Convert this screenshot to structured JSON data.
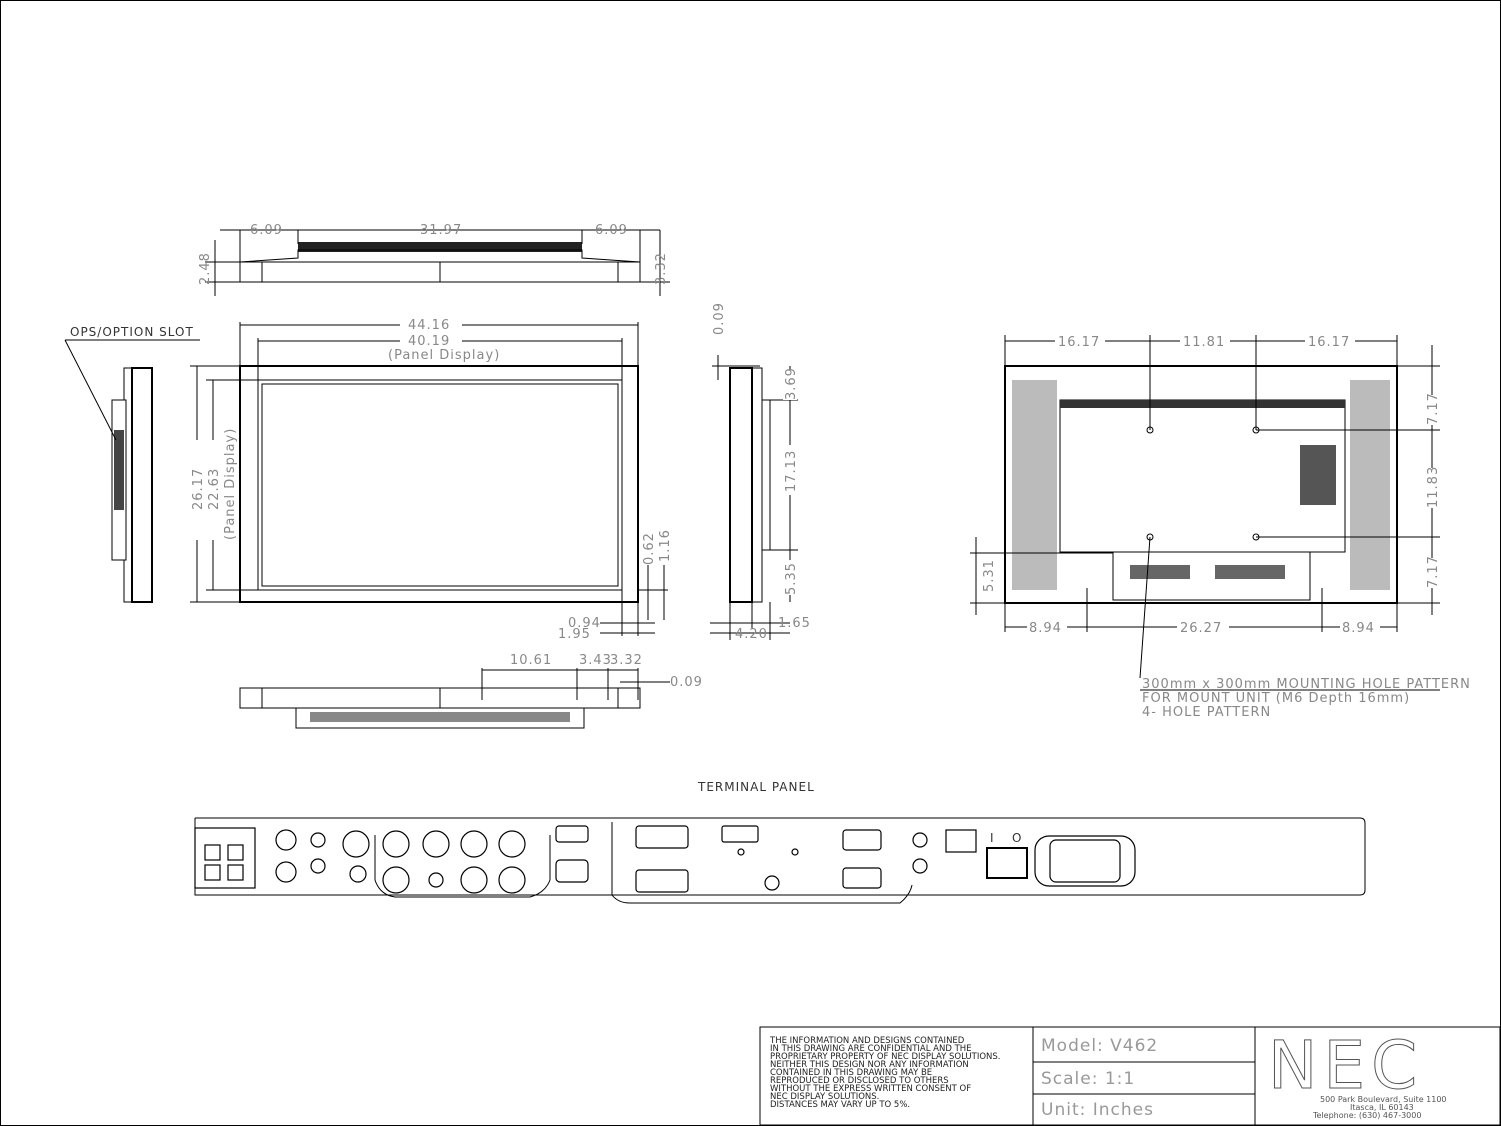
{
  "top_view": {
    "dims": [
      "6.09",
      "31.97",
      "6.09",
      "2.48",
      "3.32"
    ]
  },
  "front_view": {
    "width_overall": "44.16",
    "width_panel": "40.19",
    "panel_label": "(Panel Display)",
    "height_overall": "26.17",
    "height_panel": "22.63",
    "panel_label_v": "(Panel Display)",
    "dims_right": [
      "0.62",
      "1.16"
    ],
    "dims_bottom": [
      "0.94",
      "1.95"
    ]
  },
  "left_side_view": {
    "callout": "OPS/OPTION SLOT"
  },
  "right_side_view": {
    "dims": [
      "0.09",
      "3.69",
      "17.13",
      "5.35",
      "1.65",
      "4.20"
    ]
  },
  "bottom_view": {
    "dims": [
      "10.61",
      "3.43",
      "3.32",
      "0.09"
    ]
  },
  "rear_view": {
    "dims_top": [
      "16.17",
      "11.81",
      "16.17"
    ],
    "dims_right": [
      "7.17",
      "11.83",
      "7.17"
    ],
    "dims_left": [
      "5.31"
    ],
    "dims_bottom": [
      "8.94",
      "26.27",
      "8.94"
    ],
    "note": [
      "300mm x 300mm MOUNTING HOLE PATTERN",
      "FOR MOUNT UNIT (M6 Depth 16mm)",
      "4- HOLE PATTERN"
    ]
  },
  "terminal_panel": {
    "title": "TERMINAL PANEL",
    "power_switch_labels": [
      "I",
      "O"
    ]
  },
  "title_block": {
    "disclaimer": [
      "THE INFORMATION AND DESIGNS CONTAINED",
      "IN THIS DRAWING ARE CONFIDENTIAL AND THE",
      "PROPRIETARY PROPERTY OF NEC DISPLAY SOLUTIONS.",
      "NEITHER THIS DESIGN NOR ANY INFORMATION",
      "CONTAINED IN THIS DRAWING MAY BE",
      "REPRODUCED OR DISCLOSED TO OTHERS",
      "WITHOUT THE EXPRESS WRITTEN CONSENT OF",
      "NEC DISPLAY SOLUTIONS.",
      "DISTANCES MAY VARY UP TO 5%."
    ],
    "model": "Model: V462",
    "scale": "Scale:  1:1",
    "unit": "Unit:  Inches",
    "logo": "NEC",
    "address": [
      "500 Park Boulevard, Suite 1100",
      "Itasca, IL 60143",
      "Telephone: (630) 467-3000"
    ]
  }
}
